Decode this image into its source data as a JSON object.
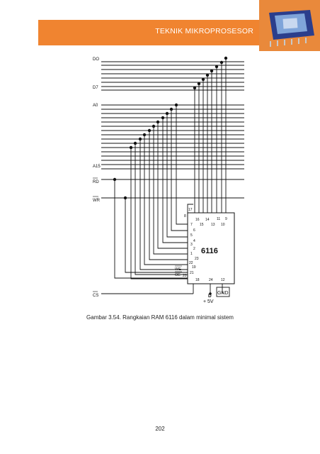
{
  "header": {
    "title": "TEKNIK MIKROPROSESOR"
  },
  "schematic": {
    "bus_labels": {
      "d0": "DO",
      "d7": "D7",
      "a0": "A0",
      "a15": "A15",
      "rd": "RD",
      "wr": "WR",
      "cs": "CS"
    },
    "chip": {
      "name": "6116",
      "pin_labels": [
        "17",
        "8",
        "16",
        "14",
        "11",
        "9",
        "7",
        "15",
        "13",
        "10",
        "6",
        "5",
        "4",
        "3",
        "2",
        "1",
        "23",
        "22",
        "19",
        "21",
        "20",
        "18",
        "24",
        "12"
      ],
      "oe_label": "OE",
      "we_label": "WE",
      "d_label": "D",
      "gnd_label": "GND",
      "vcc_label": "+ 5V"
    }
  },
  "caption": "Gambar 3.54. Rangkaian RAM 6116 dalam minimal sistem",
  "page_number": "202",
  "colors": {
    "header": "#f08430",
    "line": "#111111"
  }
}
